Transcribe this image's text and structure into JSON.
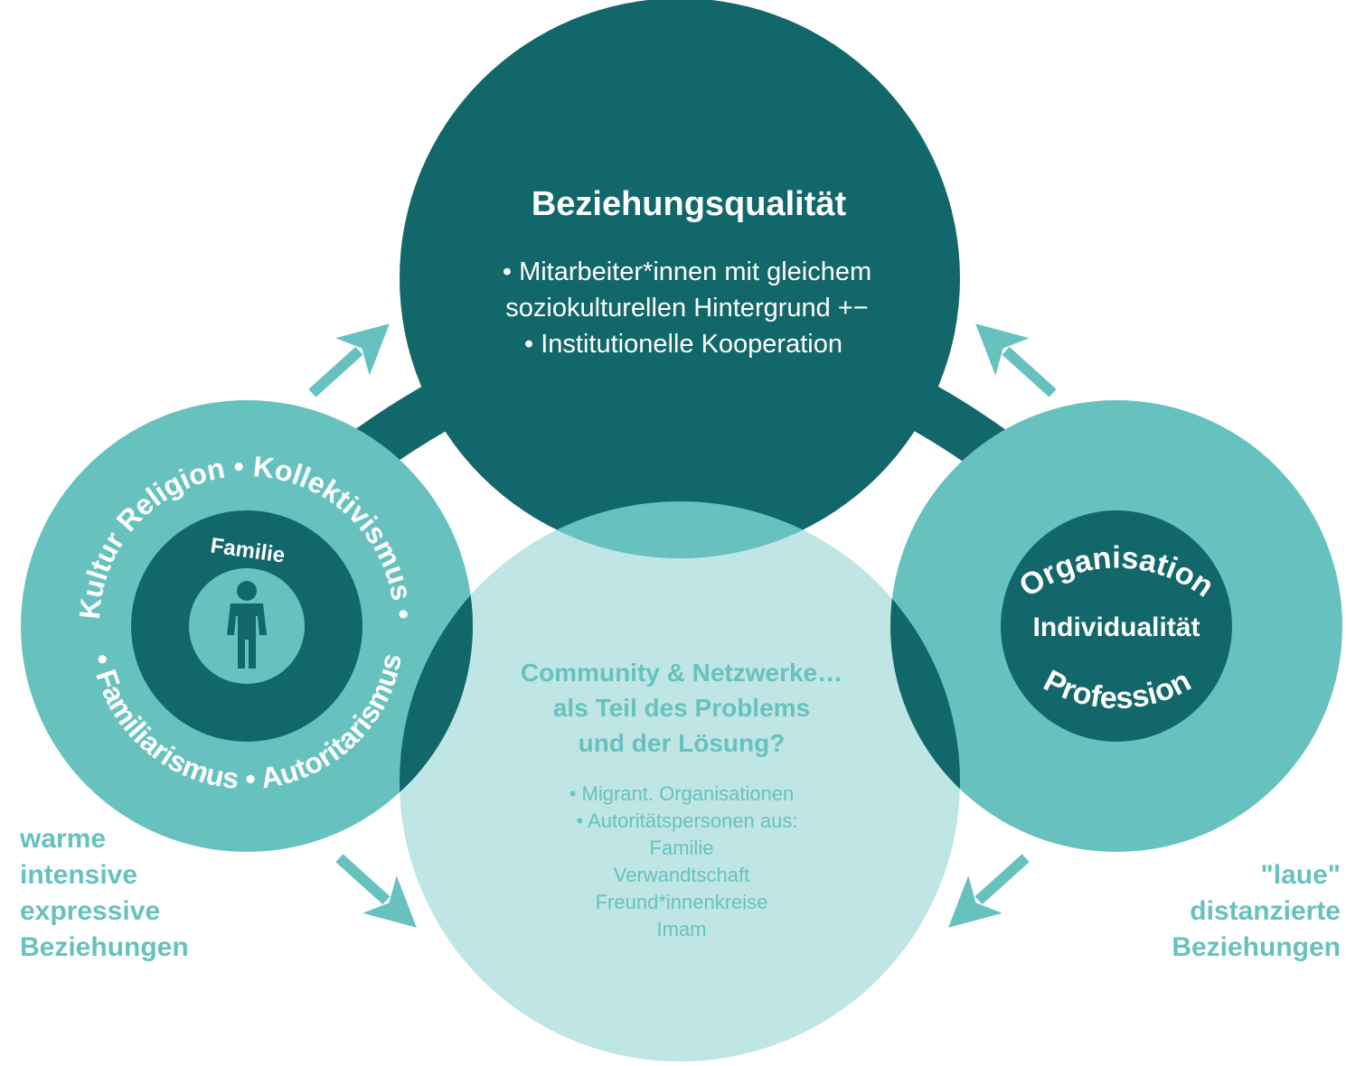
{
  "colors": {
    "dark_teal": "#12676a",
    "light_teal": "#67c2bf",
    "pale_teal": "#c0e2e1",
    "white": "#ffffff"
  },
  "top_circle": {
    "title": "Beziehungsqualität",
    "lines": [
      "• Mitarbeiter*innen mit gleichem",
      "soziokulturellen Hintergrund +−",
      "• Institutionelle Kooperation"
    ]
  },
  "left_circle": {
    "ring_text_top": "Kultur Religion • Kollektivismus •",
    "ring_text_bottom": "• Familiarismus • Autoritarismus",
    "inner_label": "Familie",
    "person_icon": "person-icon"
  },
  "right_circle": {
    "ring_text_top": "Organisation",
    "ring_text_bottom": "Profession",
    "center_label": "Individualität"
  },
  "bottom_circle": {
    "heading": [
      "Community & Netzwerke…",
      "als Teil des Problems",
      "und der Lösung?"
    ],
    "items": [
      "• Migrant. Organisationen",
      "• Autoritätspersonen aus:",
      "Familie",
      "Verwandtschaft",
      "Freund*innenkreise",
      "Imam"
    ]
  },
  "left_caption": [
    "warme",
    "intensive",
    "expressive",
    "Beziehungen"
  ],
  "right_caption": [
    "\"laue\"",
    "distanzierte",
    "Beziehungen"
  ],
  "arrows": [
    "arrow-icon",
    "arrow-icon",
    "arrow-icon",
    "arrow-icon"
  ]
}
